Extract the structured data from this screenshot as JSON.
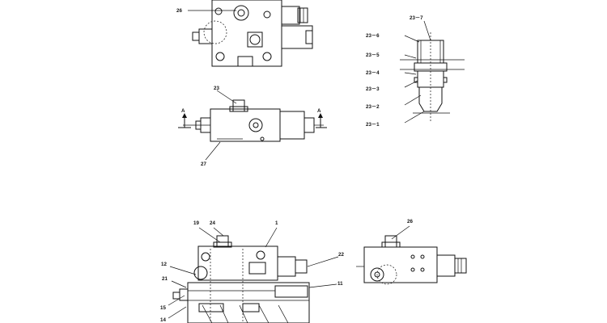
{
  "labels": {
    "l26_top": "26",
    "l23": "23",
    "l27": "27",
    "a_left": "A",
    "a_right": "A",
    "l23_7": "23－7",
    "l23_6": "23－6",
    "l23_5": "23－5",
    "l23_4": "23－4",
    "l23_3": "23－3",
    "l23_2": "23－2",
    "l23_1": "23－1",
    "l19": "19",
    "l24": "24",
    "l1": "1",
    "l12": "12",
    "l21": "21",
    "l15": "15",
    "l14": "14",
    "l22": "22",
    "l11": "11",
    "l26_bottom": "26"
  }
}
